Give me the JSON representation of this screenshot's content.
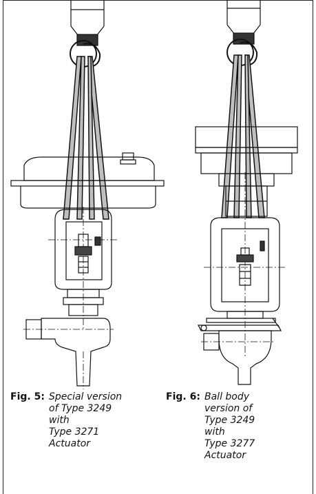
{
  "figures": [
    {
      "label": "Fig. 5:",
      "caption": "Special version\nof Type 3249\nwith\nType 3271\nActuator"
    },
    {
      "label": "Fig. 6:",
      "caption": "Ball body\nversion of\nType 3249\nwith\nType 3277\nActuator"
    }
  ]
}
